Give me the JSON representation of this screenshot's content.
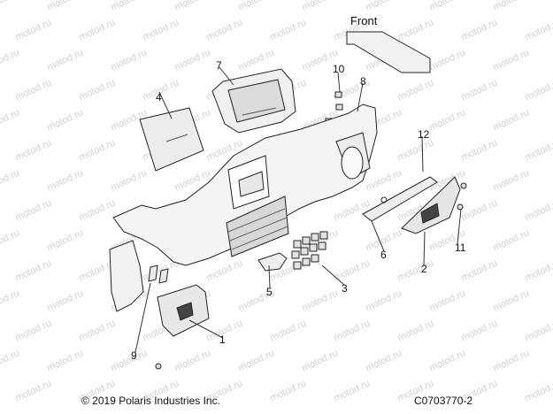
{
  "diagram": {
    "front_label": "Front",
    "callouts": [
      "1",
      "2",
      "3",
      "4",
      "5",
      "6",
      "7",
      "8",
      "9",
      "10",
      "11",
      "12"
    ],
    "copyright": "© 2019 Polaris Industries Inc.",
    "figure_id": "C0703770-2",
    "watermark_text": "motod.ru"
  }
}
